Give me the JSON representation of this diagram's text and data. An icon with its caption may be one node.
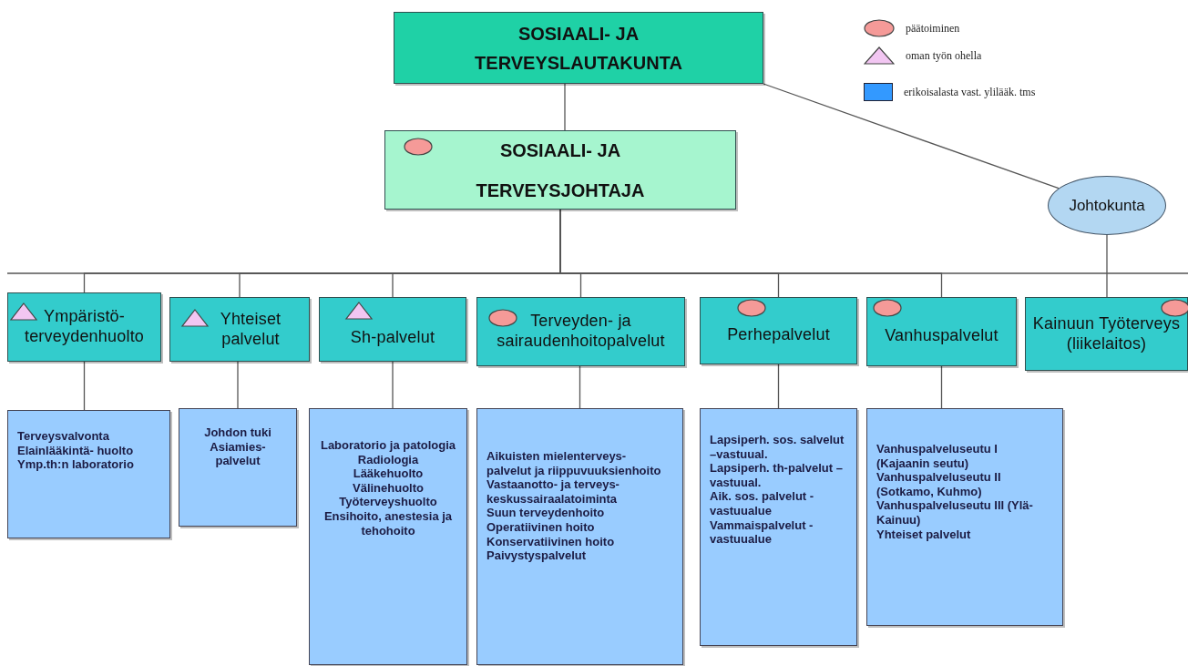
{
  "diagram": {
    "nodes": [
      {
        "text": [
          "SOSIAALI- JA TERVEYSLAUTAKUNTA"
        ]
      },
      {
        "text": [
          "SOSIAALI- JA TERVEYSJOHTAJA"
        ]
      },
      {
        "text": [
          "Johtokunta"
        ]
      },
      {
        "text": [
          "Ympäristö- terveydenhuolto"
        ]
      },
      {
        "text": [
          "Yhteiset palvelut"
        ]
      },
      {
        "text": [
          "Sh-palvelut"
        ]
      },
      {
        "text": [
          "Terveyden- ja sairaudenhoitopalvelut"
        ]
      },
      {
        "text": [
          "Perhepalvelut"
        ]
      },
      {
        "text": [
          "Vanhuspalvelut"
        ]
      },
      {
        "text": [
          "Kainuun Työterveys (liikelaitos)"
        ]
      },
      {
        "text": [
          "Terveysvalvonta",
          "Elainlääkintä- huolto",
          "Ymp.th:n laboratorio"
        ]
      },
      {
        "text": [
          "Johdon tuki",
          "Asiamies- palvelut"
        ]
      },
      {
        "text": [
          "Laboratorio ja patologia",
          "Radiologia",
          "Lääkehuolto",
          "Välinehuolto",
          "Työterveyshuolto",
          "Ensihoito, anestesia ja tehohoito"
        ]
      },
      {
        "text": [
          "Aikuisten mielenterveys- palvelut ja riippuvuuksienhoito",
          "Vastaanotto- ja terveys- keskussairaalatoiminta",
          "Suun terveydenhoito",
          "Operatiivinen hoito",
          "Konservatiivinen hoito",
          "Paivystyspalvelut"
        ]
      },
      {
        "text": [
          "Lapsiperh. sos. salvelut –vastuual.",
          "Lapsiperh. th-palvelut –vastuual.",
          "Aik. sos. palvelut -vastuualue",
          "Vammaispalvelut -vastuualue"
        ]
      },
      {
        "text": [
          "Vanhuspalveluseutu I (Kajaanin seutu)",
          "Vanhuspalveluseutu II (Sotkamo, Kuhmo)",
          "Vanhuspalveluseutu III (Ylä-Kainuu)",
          "Yhteiset palvelut"
        ]
      }
    ],
    "edges": [
      {
        "from": 0,
        "to": 1,
        "arrow": "none"
      },
      {
        "from": 0,
        "to": 2,
        "arrow": "none"
      },
      {
        "from": 1,
        "to": 3,
        "arrow": "none"
      },
      {
        "from": 1,
        "to": 4,
        "arrow": "none"
      },
      {
        "from": 1,
        "to": 5,
        "arrow": "none"
      },
      {
        "from": 1,
        "to": 6,
        "arrow": "none"
      },
      {
        "from": 1,
        "to": 7,
        "arrow": "none"
      },
      {
        "from": 1,
        "to": 8,
        "arrow": "none"
      },
      {
        "from": 2,
        "to": 9,
        "arrow": "none"
      },
      {
        "from": 3,
        "to": 10,
        "arrow": "none"
      },
      {
        "from": 4,
        "to": 11,
        "arrow": "none"
      },
      {
        "from": 5,
        "to": 12,
        "arrow": "none"
      },
      {
        "from": 6,
        "to": 13,
        "arrow": "none"
      },
      {
        "from": 7,
        "to": 14,
        "arrow": "none"
      },
      {
        "from": 8,
        "to": 15,
        "arrow": "none"
      }
    ],
    "legend": [
      {
        "text": "päätoiminen"
      },
      {
        "text": "oman työn ohella"
      },
      {
        "text": "erikoisalasta vast. ylilääk. tms",
        "color": "#3399ff"
      }
    ]
  }
}
